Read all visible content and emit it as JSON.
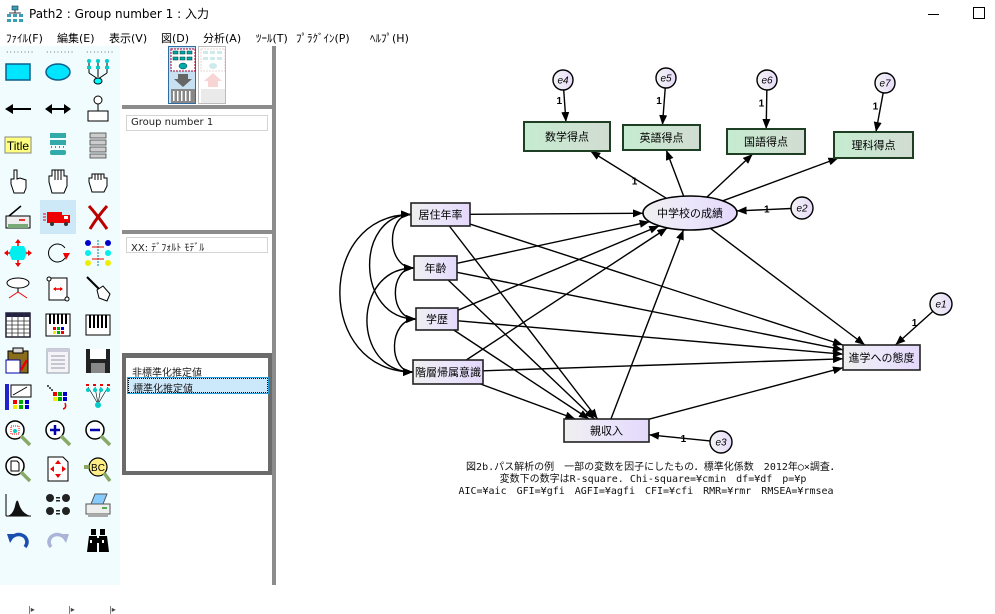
{
  "window": {
    "title": "Path2 : Group number 1 : 入力",
    "app_icon": "amos-tree-icon",
    "controls": [
      "minimize",
      "maximize"
    ]
  },
  "menu": [
    {
      "label": "ﾌｧｲﾙ(F)"
    },
    {
      "label": "編集(E)"
    },
    {
      "label": "表示(V)"
    },
    {
      "label": "図(D)"
    },
    {
      "label": "分析(A)"
    },
    {
      "label": "ﾂｰﾙ(T)"
    },
    {
      "label": "ﾌﾟﾗｸﾞｲﾝ(P)"
    },
    {
      "label": "ﾍﾙﾌﾟ(H)"
    }
  ],
  "toolbox": {
    "tools": [
      {
        "name": "draw-observed-variable",
        "icon": "rectangle-icon"
      },
      {
        "name": "draw-unobserved-variable",
        "icon": "ellipse-icon"
      },
      {
        "name": "draw-latent-indicator",
        "icon": "indicator-tree-icon"
      },
      {
        "name": "draw-path",
        "icon": "single-arrow-icon"
      },
      {
        "name": "draw-covariance",
        "icon": "double-arrow-icon"
      },
      {
        "name": "add-unique-variable",
        "icon": "unique-variable-icon"
      },
      {
        "name": "figure-caption",
        "icon": "title-icon",
        "label": "Title"
      },
      {
        "name": "list-variables-in-model",
        "icon": "variable-list-icon"
      },
      {
        "name": "list-variables-in-dataset",
        "icon": "dataset-list-icon"
      },
      {
        "name": "select-one-object",
        "icon": "pointing-hand-icon"
      },
      {
        "name": "select-all-objects",
        "icon": "open-hand-icon"
      },
      {
        "name": "deselect-all-objects",
        "icon": "grab-hand-icon"
      },
      {
        "name": "duplicate-objects",
        "icon": "copy-machine-icon"
      },
      {
        "name": "move-objects",
        "icon": "truck-icon",
        "selected": true
      },
      {
        "name": "erase-objects",
        "icon": "erase-x-icon"
      },
      {
        "name": "change-shape",
        "icon": "resize-shape-icon"
      },
      {
        "name": "rotate-indicators",
        "icon": "rotate-icon"
      },
      {
        "name": "reflect-indicators",
        "icon": "reflect-icon"
      },
      {
        "name": "move-parameters",
        "icon": "move-parameters-icon"
      },
      {
        "name": "scroll",
        "icon": "scroll-icon"
      },
      {
        "name": "touch-up",
        "icon": "touch-up-icon"
      },
      {
        "name": "select-data-files",
        "icon": "data-file-icon"
      },
      {
        "name": "analysis-properties",
        "icon": "analysis-properties-icon"
      },
      {
        "name": "calculate-estimates",
        "icon": "abacus-icon"
      },
      {
        "name": "copy-to-clipboard",
        "icon": "clipboard-icon"
      },
      {
        "name": "view-text",
        "icon": "text-output-icon"
      },
      {
        "name": "save-diagram",
        "icon": "floppy-disk-icon"
      },
      {
        "name": "object-properties",
        "icon": "object-properties-icon"
      },
      {
        "name": "drag-properties",
        "icon": "drag-properties-icon"
      },
      {
        "name": "preserve-symmetries",
        "icon": "symmetry-icon"
      },
      {
        "name": "zoom-select",
        "icon": "zoom-area-icon"
      },
      {
        "name": "zoom-in",
        "icon": "zoom-in-icon"
      },
      {
        "name": "zoom-out",
        "icon": "zoom-out-icon"
      },
      {
        "name": "view-page",
        "icon": "zoom-page-icon"
      },
      {
        "name": "fit-to-page",
        "icon": "fit-page-icon"
      },
      {
        "name": "loupe",
        "icon": "loupe-icon"
      },
      {
        "name": "bayesian-estimation",
        "icon": "distribution-icon"
      },
      {
        "name": "multiple-group-analysis",
        "icon": "multi-group-icon"
      },
      {
        "name": "print",
        "icon": "printer-icon"
      },
      {
        "name": "undo",
        "icon": "undo-icon"
      },
      {
        "name": "redo",
        "icon": "redo-icon",
        "disabled": true
      },
      {
        "name": "specification-search",
        "icon": "binoculars-icon"
      }
    ]
  },
  "panel": {
    "mode_buttons": [
      {
        "name": "view-input",
        "icon": "input-path-diagram-icon",
        "active": true
      },
      {
        "name": "view-output",
        "icon": "output-path-diagram-icon",
        "active": false
      }
    ],
    "group": "Group number 1",
    "model": "XX: ﾃﾞﾌｫﾙﾄ ﾓﾃﾞﾙ",
    "estimates": [
      {
        "label": "非標準化推定値",
        "selected": false
      },
      {
        "label": "標準化推定値",
        "selected": true
      }
    ]
  },
  "diagram": {
    "observed": [
      {
        "id": "math",
        "label": "数学得点",
        "color": "#c8ecd2"
      },
      {
        "id": "eng",
        "label": "英語得点",
        "color": "#c8ecd2"
      },
      {
        "id": "jpn",
        "label": "国語得点",
        "color": "#c8ecd2"
      },
      {
        "id": "sci",
        "label": "理科得点",
        "color": "#c8ecd2"
      },
      {
        "id": "res",
        "label": "居住年率",
        "color": "#ece4fa"
      },
      {
        "id": "age",
        "label": "年齢",
        "color": "#ece4fa"
      },
      {
        "id": "edu",
        "label": "学歴",
        "color": "#ece4fa"
      },
      {
        "id": "cls",
        "label": "階層帰属意識",
        "color": "#ece4fa"
      },
      {
        "id": "inc",
        "label": "親収入",
        "color": "#ece4fa"
      },
      {
        "id": "att",
        "label": "進学への態度",
        "color": "#ece4fa"
      }
    ],
    "latent": [
      {
        "id": "grade",
        "label": "中学校の成績"
      }
    ],
    "errors": [
      {
        "id": "e1",
        "label": "e1"
      },
      {
        "id": "e2",
        "label": "e2"
      },
      {
        "id": "e3",
        "label": "e3"
      },
      {
        "id": "e4",
        "label": "e4"
      },
      {
        "id": "e5",
        "label": "e5"
      },
      {
        "id": "e6",
        "label": "e6"
      },
      {
        "id": "e7",
        "label": "e7"
      }
    ],
    "paths": [
      {
        "from": "e4",
        "to": "math",
        "weight": "1"
      },
      {
        "from": "e5",
        "to": "eng",
        "weight": "1"
      },
      {
        "from": "e6",
        "to": "jpn",
        "weight": "1"
      },
      {
        "from": "e7",
        "to": "sci",
        "weight": "1"
      },
      {
        "from": "grade",
        "to": "math",
        "weight": "1"
      },
      {
        "from": "grade",
        "to": "eng"
      },
      {
        "from": "grade",
        "to": "jpn"
      },
      {
        "from": "grade",
        "to": "sci"
      },
      {
        "from": "e2",
        "to": "grade",
        "weight": "1"
      },
      {
        "from": "e1",
        "to": "att",
        "weight": "1"
      },
      {
        "from": "e3",
        "to": "inc",
        "weight": "1"
      },
      {
        "from": "res",
        "to": "grade"
      },
      {
        "from": "age",
        "to": "grade"
      },
      {
        "from": "edu",
        "to": "grade"
      },
      {
        "from": "cls",
        "to": "grade"
      },
      {
        "from": "inc",
        "to": "grade"
      },
      {
        "from": "res",
        "to": "att"
      },
      {
        "from": "age",
        "to": "att"
      },
      {
        "from": "edu",
        "to": "att"
      },
      {
        "from": "cls",
        "to": "att"
      },
      {
        "from": "inc",
        "to": "att"
      },
      {
        "from": "grade",
        "to": "att"
      },
      {
        "from": "res",
        "to": "inc"
      },
      {
        "from": "age",
        "to": "inc"
      },
      {
        "from": "edu",
        "to": "inc"
      },
      {
        "from": "cls",
        "to": "inc"
      }
    ],
    "covariances": [
      [
        "res",
        "age"
      ],
      [
        "age",
        "edu"
      ],
      [
        "edu",
        "cls"
      ],
      [
        "res",
        "edu"
      ],
      [
        "age",
        "cls"
      ],
      [
        "res",
        "cls"
      ]
    ],
    "caption": [
      "図2b.パス解析の例　一部の変数を因子にしたもの．標準化係数　2012年○×調査．",
      "変数下の数字はR-square. Chi-square=¥cmin　df=¥df　p=¥p",
      "AIC=¥aic　GFI=¥gfi　AGFI=¥agfi　CFI=¥cfi　RMR=¥rmr　RMSEA=¥rmsea"
    ]
  }
}
